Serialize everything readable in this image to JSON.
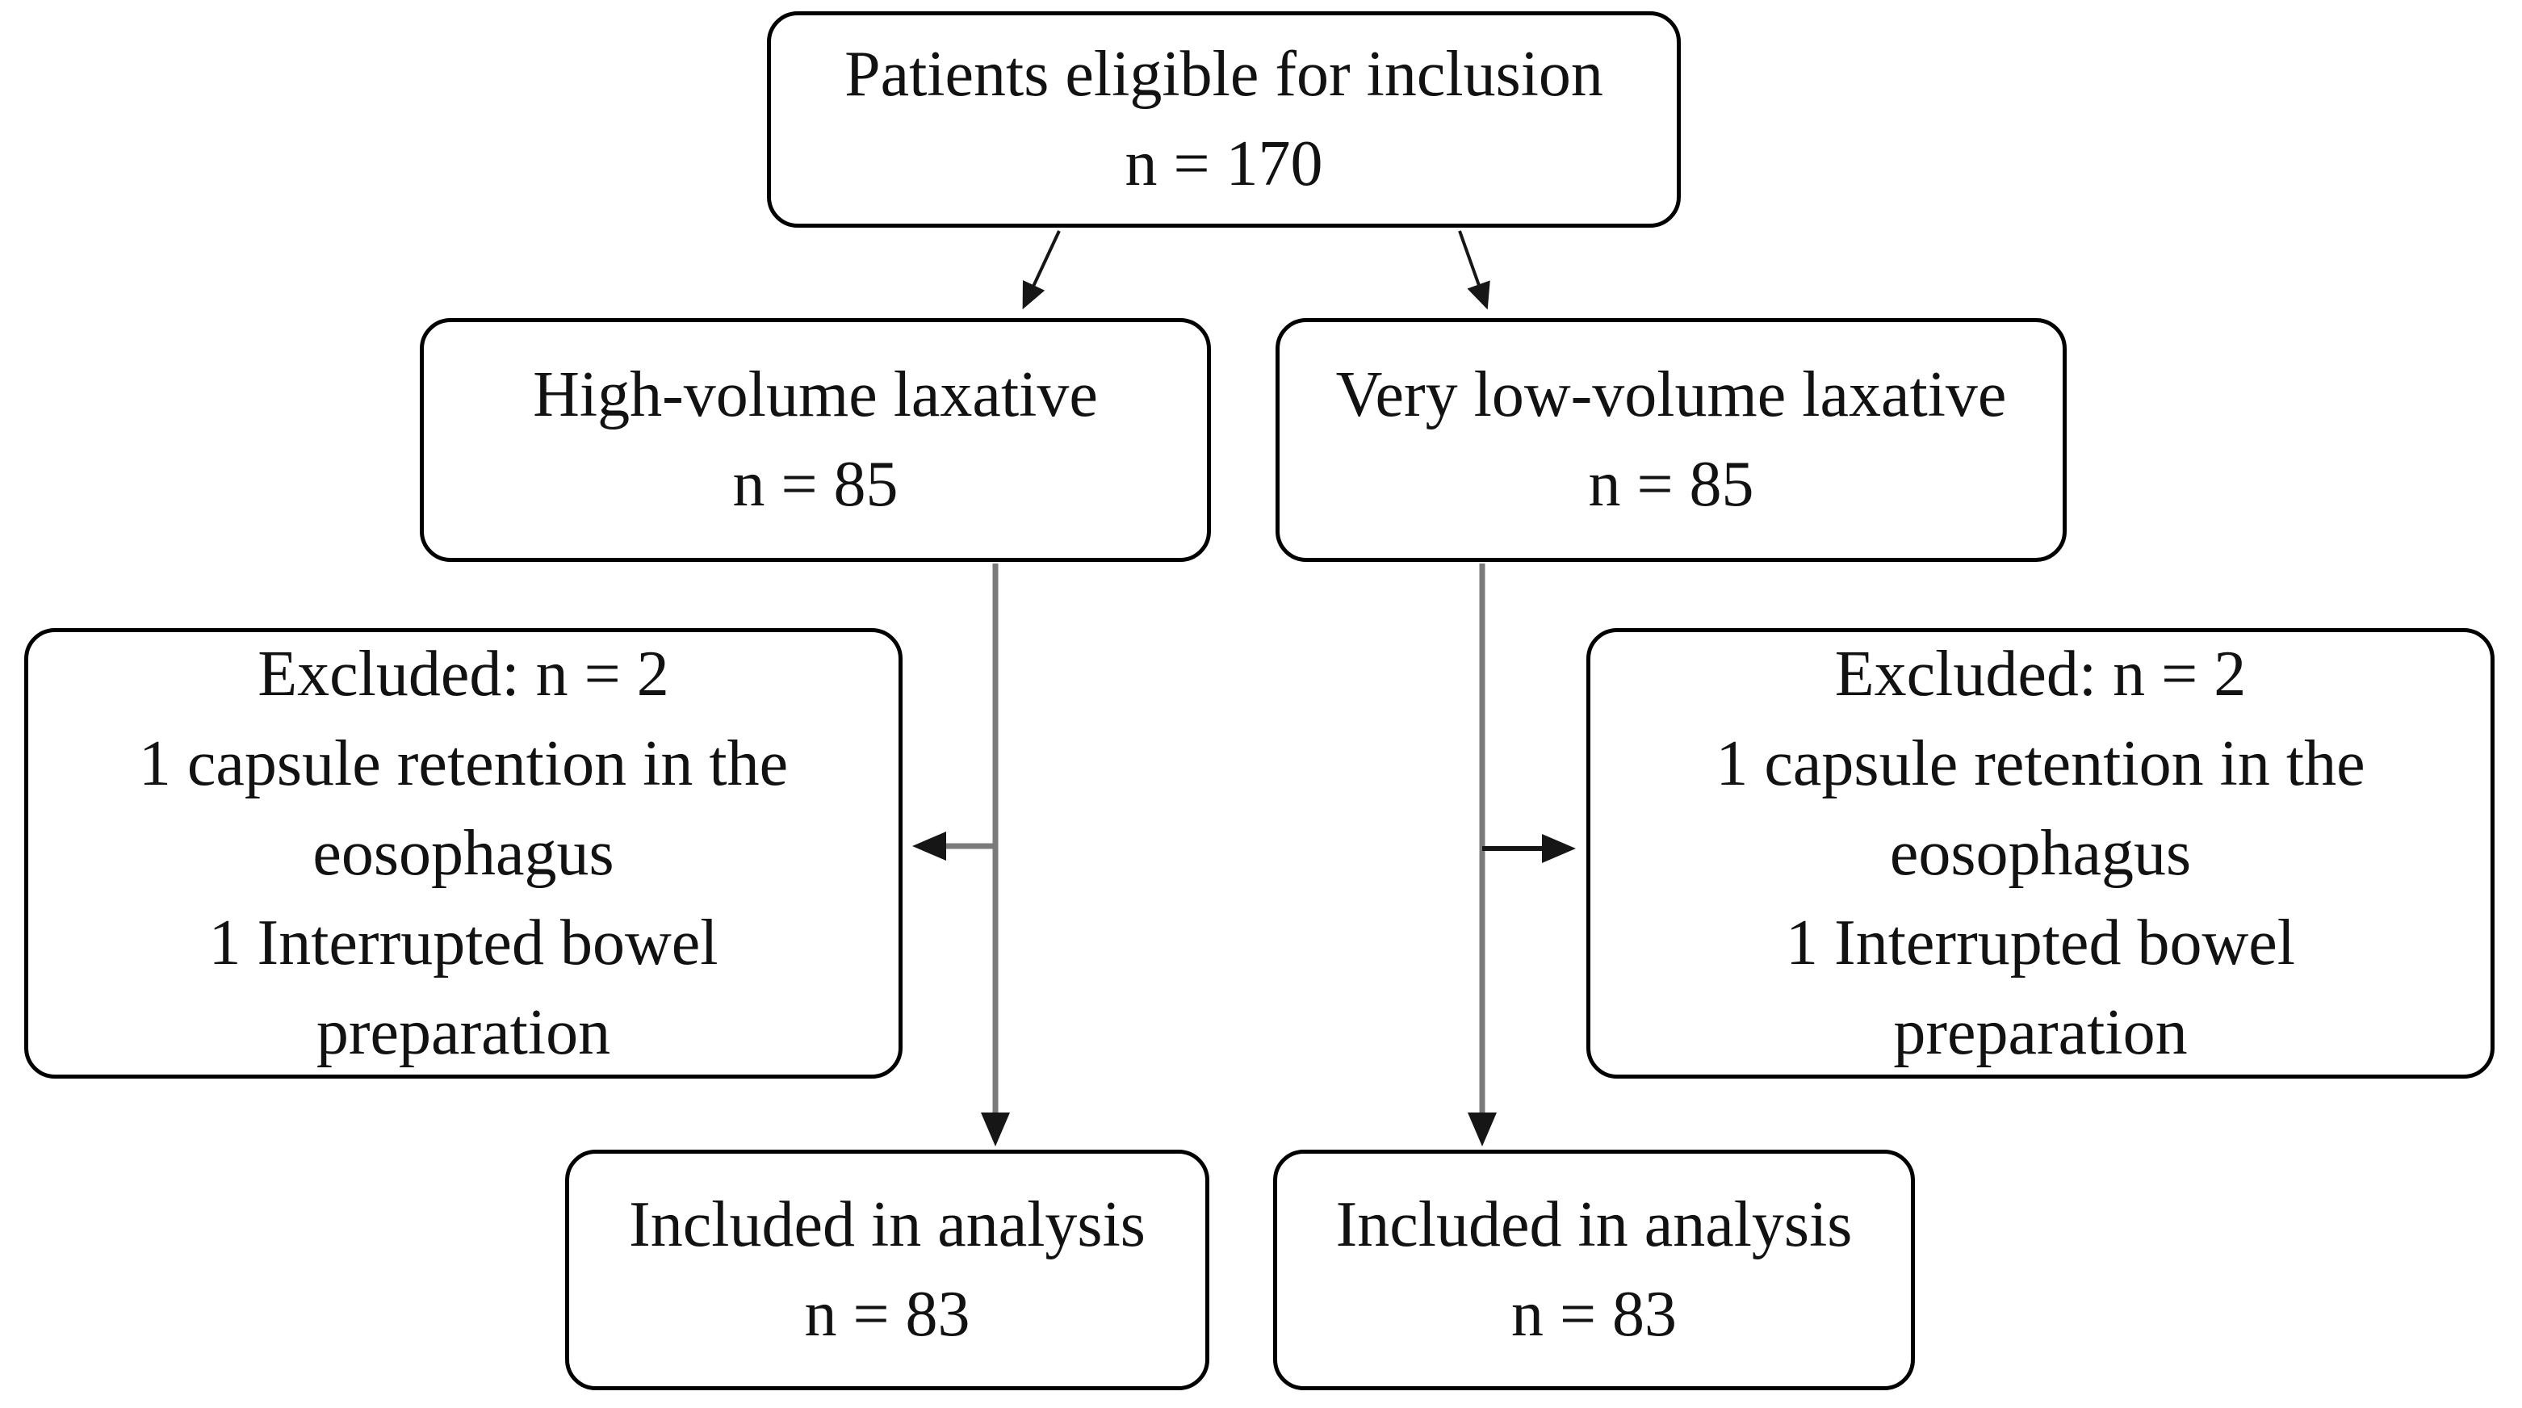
{
  "diagram": {
    "type": "flowchart",
    "nodes": {
      "eligible": {
        "lines": [
          "Patients eligible for inclusion",
          "n = 170"
        ]
      },
      "high_volume": {
        "lines": [
          "High-volume laxative",
          "n = 85"
        ]
      },
      "very_low_volume": {
        "lines": [
          "Very low-volume laxative",
          "n = 85"
        ]
      },
      "excluded_left": {
        "lines": [
          "Excluded: n = 2",
          "1 capsule retention in the",
          "eosophagus",
          "1 Interrupted bowel",
          "preparation"
        ]
      },
      "excluded_right": {
        "lines": [
          "Excluded: n = 2",
          "1 capsule retention in the",
          "eosophagus",
          "1 Interrupted bowel",
          "preparation"
        ]
      },
      "included_left": {
        "lines": [
          "Included in analysis",
          "n = 83"
        ]
      },
      "included_right": {
        "lines": [
          "Included in analysis",
          "n = 83"
        ]
      }
    },
    "edges": [
      {
        "from": "eligible",
        "to": "high_volume",
        "style": "black-diagonal-arrow"
      },
      {
        "from": "eligible",
        "to": "very_low_volume",
        "style": "black-diagonal-arrow"
      },
      {
        "from": "high_volume",
        "to": "included_left",
        "style": "gray-vertical-arrow"
      },
      {
        "from": "very_low_volume",
        "to": "included_right",
        "style": "gray-vertical-arrow"
      },
      {
        "from": "high_volume",
        "to": "excluded_left",
        "style": "gray-horizontal-arrow"
      },
      {
        "from": "very_low_volume",
        "to": "excluded_right",
        "style": "black-horizontal-arrow"
      }
    ],
    "colors": {
      "background": "#ffffff",
      "box_border": "#000000",
      "text": "#121212",
      "connector_gray": "#7b7b7b",
      "arrow_black": "#161616"
    }
  }
}
